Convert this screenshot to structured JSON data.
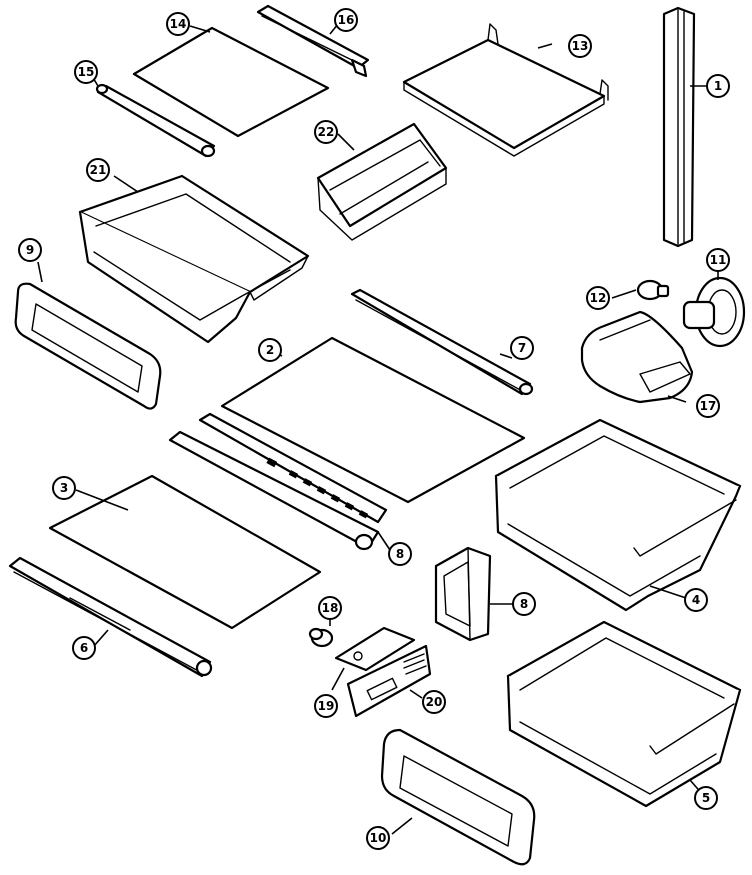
{
  "callouts": [
    {
      "id": "c1",
      "label": "1"
    },
    {
      "id": "c2",
      "label": "2"
    },
    {
      "id": "c3",
      "label": "3"
    },
    {
      "id": "c4",
      "label": "4"
    },
    {
      "id": "c5",
      "label": "5"
    },
    {
      "id": "c6",
      "label": "6"
    },
    {
      "id": "c7",
      "label": "7"
    },
    {
      "id": "c8a",
      "label": "8"
    },
    {
      "id": "c8b",
      "label": "8"
    },
    {
      "id": "c9",
      "label": "9"
    },
    {
      "id": "c10",
      "label": "10"
    },
    {
      "id": "c11",
      "label": "11"
    },
    {
      "id": "c12",
      "label": "12"
    },
    {
      "id": "c13",
      "label": "13"
    },
    {
      "id": "c14",
      "label": "14"
    },
    {
      "id": "c15",
      "label": "15"
    },
    {
      "id": "c16",
      "label": "16"
    },
    {
      "id": "c17",
      "label": "17"
    },
    {
      "id": "c18",
      "label": "18"
    },
    {
      "id": "c19",
      "label": "19"
    },
    {
      "id": "c20",
      "label": "20"
    },
    {
      "id": "c21",
      "label": "21"
    },
    {
      "id": "c22",
      "label": "22"
    }
  ]
}
